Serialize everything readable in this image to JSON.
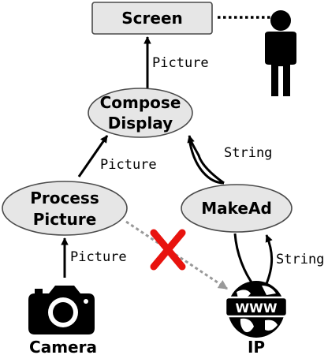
{
  "nodes": {
    "screen": "Screen",
    "compose": [
      "Compose",
      "Display"
    ],
    "process": [
      "Process",
      "Picture"
    ],
    "makead": "MakeAd",
    "camera": "Camera",
    "ip": "IP",
    "www": "WWW"
  },
  "edges": {
    "compose_to_screen": "Picture",
    "process_to_compose": "Picture",
    "camera_to_process": "Picture",
    "makead_to_compose": "String",
    "ip_to_makead": "String"
  },
  "blocked_flow": {
    "from": "Process Picture",
    "to": "IP"
  },
  "colors": {
    "node_fill": "#e6e6e6",
    "node_stroke": "#4a4a4a",
    "blocked_mark": "#e8130e",
    "dashed_arrow": "#999999"
  },
  "icons": [
    "person-icon",
    "camera-icon",
    "globe-www-icon",
    "red-x-icon"
  ]
}
